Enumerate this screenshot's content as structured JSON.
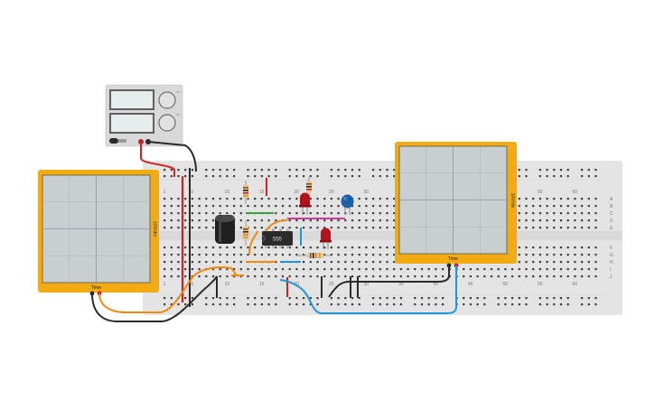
{
  "power_supply": {
    "knob_labels": [
      "CV",
      "CC"
    ]
  },
  "breadboard": {
    "top_numbers": [
      "1",
      "5",
      "10",
      "15",
      "20",
      "25",
      "30",
      "35",
      "40",
      "45",
      "50",
      "55",
      "60"
    ],
    "bottom_numbers": [
      "1",
      "5",
      "10",
      "15",
      "20",
      "25",
      "30",
      "35",
      "40",
      "45",
      "50",
      "55",
      "60"
    ],
    "row_letters_top": [
      "A",
      "B",
      "C",
      "D",
      "E"
    ],
    "row_letters_bottom": [
      "F",
      "G",
      "H",
      "I",
      "J"
    ]
  },
  "chip": {
    "label": "555"
  },
  "oscilloscope_left": {
    "x_label": "Time",
    "y_label": "10V/div"
  },
  "oscilloscope_right": {
    "x_label": "Time",
    "y_label": "10V/div"
  },
  "colors": {
    "scope_frame": "#f2ab12",
    "screen": "#c9ced0",
    "breadboard": "#e4e4e4",
    "red_wire": "#d21f1f",
    "orange_wire": "#ee8a12",
    "blue_wire": "#1f97d4",
    "black_wire": "#2a2a2a",
    "green_wire": "#3aa33a",
    "magenta_wire": "#cc3a99"
  }
}
